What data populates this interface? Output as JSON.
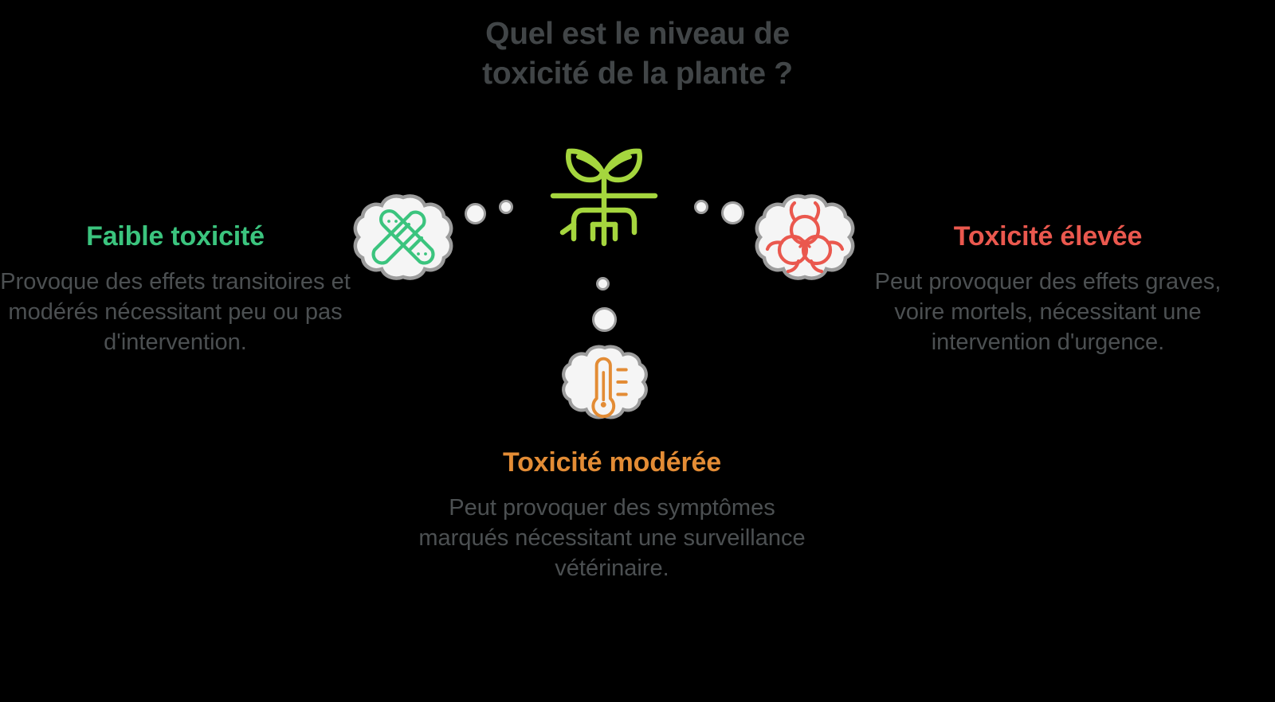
{
  "title": {
    "line1": "Quel est le niveau de",
    "line2": "toxicité de la plante ?",
    "color": "#414547"
  },
  "colors": {
    "background": "#000000",
    "title_gray": "#414547",
    "body_gray": "#4c5052",
    "low_green": "#3bc47e",
    "moderate_orange": "#e38c35",
    "high_red": "#ea584e",
    "plant_lime": "#a5d63e",
    "cloud_fill": "#f5f5f5",
    "cloud_stroke": "#9c9c9c"
  },
  "center_icon": {
    "name": "plant-sprout-icon",
    "color": "#a5d63e"
  },
  "branches": [
    {
      "id": "low",
      "heading": "Faible toxicité",
      "heading_color": "#3bc47e",
      "body": "Provoque des effets transitoires et modérés nécessitant peu ou pas d'intervention.",
      "icon": "bandage-cross-icon",
      "icon_color": "#3bc47e",
      "position": "left"
    },
    {
      "id": "moderate",
      "heading": "Toxicité modérée",
      "heading_color": "#e38c35",
      "body": "Peut provoquer des symptômes marqués nécessitant une surveillance vétérinaire.",
      "icon": "thermometer-icon",
      "icon_color": "#e38c35",
      "position": "bottom-center"
    },
    {
      "id": "high",
      "heading": "Toxicité élevée",
      "heading_color": "#ea584e",
      "body": "Peut provoquer des effets graves, voire mortels, nécessitant une intervention d'urgence.",
      "icon": "biohazard-icon",
      "icon_color": "#ea584e",
      "position": "right"
    }
  ],
  "connector_dots": {
    "left": [
      {
        "name": "connector-dot-large",
        "size": 26
      },
      {
        "name": "connector-dot-small",
        "size": 17
      }
    ],
    "right": [
      {
        "name": "connector-dot-small",
        "size": 17
      },
      {
        "name": "connector-dot-large",
        "size": 28
      }
    ],
    "bottom": [
      {
        "name": "connector-dot-small",
        "size": 16
      },
      {
        "name": "connector-dot-large",
        "size": 30
      }
    ]
  }
}
